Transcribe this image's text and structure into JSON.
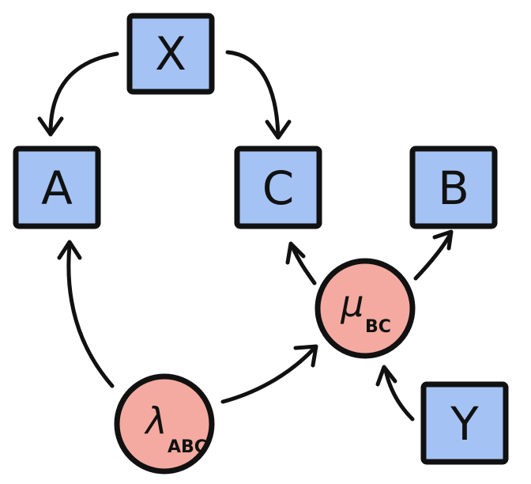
{
  "nodes": {
    "X": {
      "label": "X",
      "shape": "box"
    },
    "A": {
      "label": "A",
      "shape": "box"
    },
    "C": {
      "label": "C",
      "shape": "box"
    },
    "B": {
      "label": "B",
      "shape": "box"
    },
    "Y": {
      "label": "Y",
      "shape": "box"
    },
    "lambda": {
      "symbol": "λ",
      "subscript": "ABC",
      "shape": "circle"
    },
    "mu": {
      "symbol": "μ",
      "subscript": "BC",
      "shape": "circle"
    }
  },
  "edges": [
    {
      "from": "X",
      "to": "A"
    },
    {
      "from": "X",
      "to": "C"
    },
    {
      "from": "lambda",
      "to": "A"
    },
    {
      "from": "lambda",
      "to": "mu"
    },
    {
      "from": "mu",
      "to": "C"
    },
    {
      "from": "mu",
      "to": "B"
    },
    {
      "from": "Y",
      "to": "mu"
    }
  ],
  "colors": {
    "box_fill": "#a4c2f4",
    "circle_fill": "#f4aaa0",
    "stroke": "#111111",
    "background": "#ffffff"
  }
}
